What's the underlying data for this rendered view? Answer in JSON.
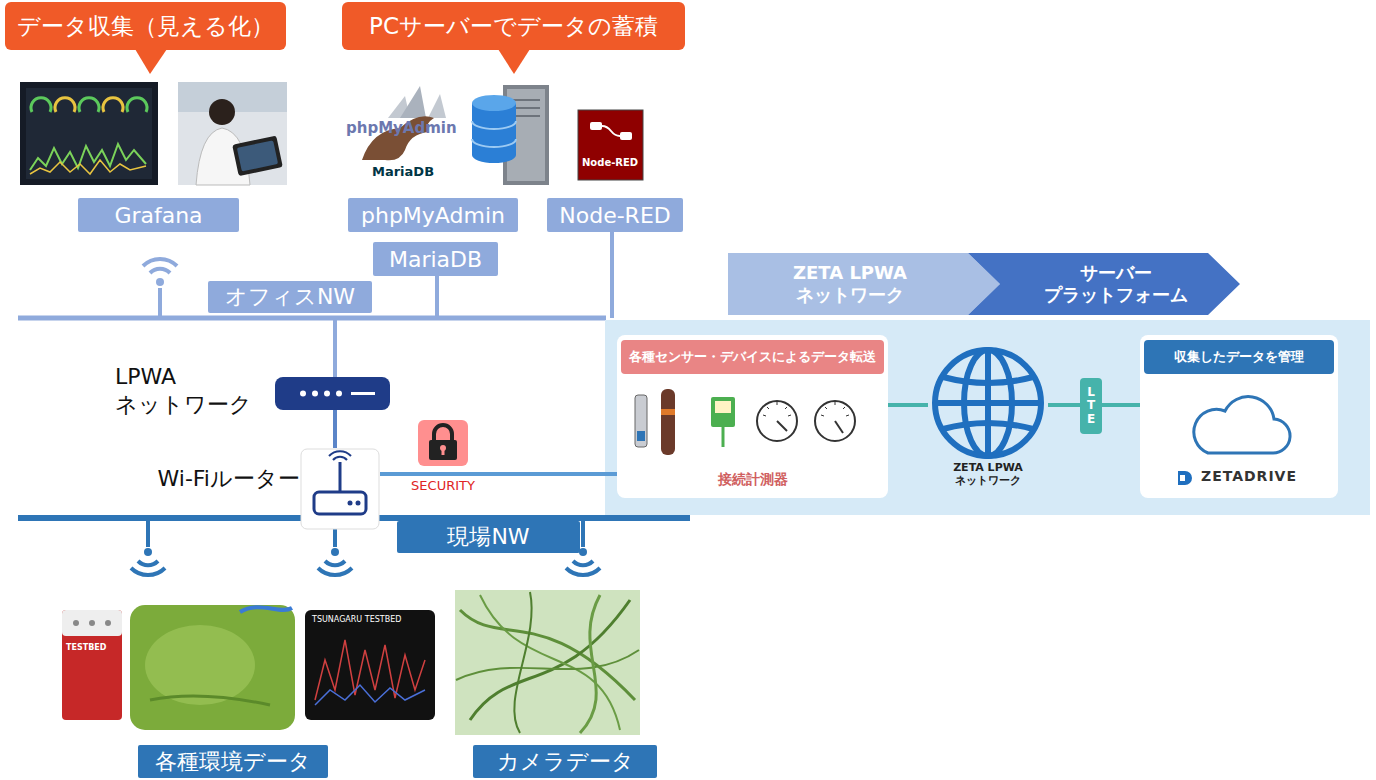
{
  "diagram": {
    "nodes": [
      {
        "text": [
          "データ収集（見える化）"
        ]
      },
      {
        "text": [
          "PCサーバーでデータの蓄積"
        ]
      },
      {
        "text": [
          "Grafana"
        ]
      },
      {
        "text": [
          "phpMyAdmin"
        ]
      },
      {
        "text": [
          "MariaDB"
        ]
      },
      {
        "text": [
          "Node-RED"
        ]
      },
      {
        "text": [
          "オフィスNW"
        ]
      },
      {
        "text": [
          "LPWA ネットワーク"
        ]
      },
      {
        "text": [
          "Wi-Fiルーター"
        ]
      },
      {
        "text": [
          "SECURITY"
        ]
      },
      {
        "text": [
          "現場NW"
        ]
      },
      {
        "text": [
          "各種環境データ"
        ]
      },
      {
        "text": [
          "カメラデータ"
        ]
      },
      {
        "text": [
          "ZETA LPWA ネットワーク"
        ]
      },
      {
        "text": [
          "サーバー プラットフォーム"
        ]
      },
      {
        "text": [
          "各種センサー・デバイスによるデータ転送",
          "接続計測器"
        ]
      },
      {
        "text": [
          "ZETA LPWA ネットワーク"
        ]
      },
      {
        "text": [
          "LTE"
        ]
      },
      {
        "text": [
          "収集したデータを管理",
          "ZETADRIVE"
        ]
      }
    ],
    "edges": [
      {
        "from": 7,
        "to": 8,
        "arrow": "none"
      },
      {
        "from": 8,
        "to": 15,
        "arrow": "none"
      },
      {
        "from": 15,
        "to": 16,
        "arrow": "none"
      },
      {
        "from": 16,
        "to": 17,
        "arrow": "none"
      },
      {
        "from": 17,
        "to": 18,
        "arrow": "none"
      }
    ],
    "labels": [
      "phpMyAdmin",
      "MariaDB",
      "Node-RED",
      "TESTBED",
      "TSUNAGARU TESTBED"
    ]
  }
}
